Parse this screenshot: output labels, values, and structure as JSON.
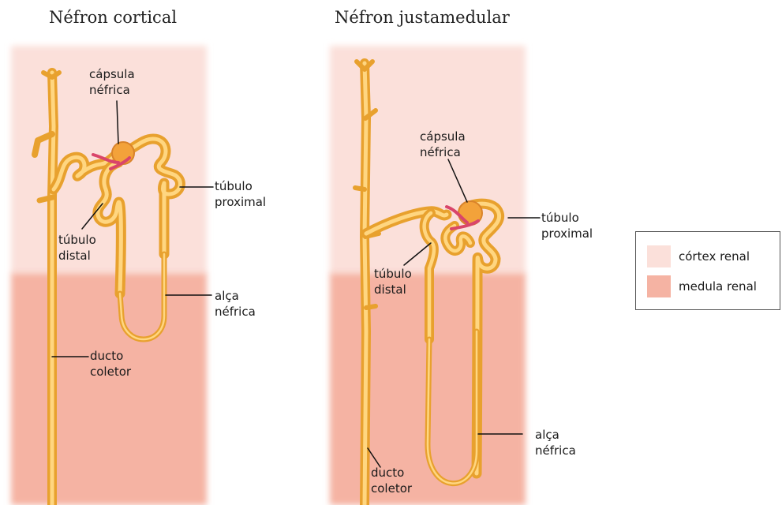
{
  "titles": {
    "left": "Néfron cortical",
    "right": "Néfron justamedular"
  },
  "left_labels": {
    "capsule_l1": "cápsula",
    "capsule_l2": "néfrica",
    "proximal_l1": "túbulo",
    "proximal_l2": "proximal",
    "distal_l1": "túbulo",
    "distal_l2": "distal",
    "loop_l1": "alça",
    "loop_l2": "néfrica",
    "duct_l1": "ducto",
    "duct_l2": "coletor"
  },
  "right_labels": {
    "capsule_l1": "cápsula",
    "capsule_l2": "néfrica",
    "proximal_l1": "túbulo",
    "proximal_l2": "proximal",
    "distal_l1": "túbulo",
    "distal_l2": "distal",
    "loop_l1": "alça",
    "loop_l2": "néfrica",
    "duct_l1": "ducto",
    "duct_l2": "coletor"
  },
  "legend": {
    "cortex": {
      "label": "córtex renal",
      "color": "#fbe0da"
    },
    "medulla": {
      "label": "medula renal",
      "color": "#f5b3a3"
    }
  },
  "colors": {
    "tubule": "#f6b73c",
    "tubule_light": "#ffd680",
    "vessel": "#d9456a"
  }
}
